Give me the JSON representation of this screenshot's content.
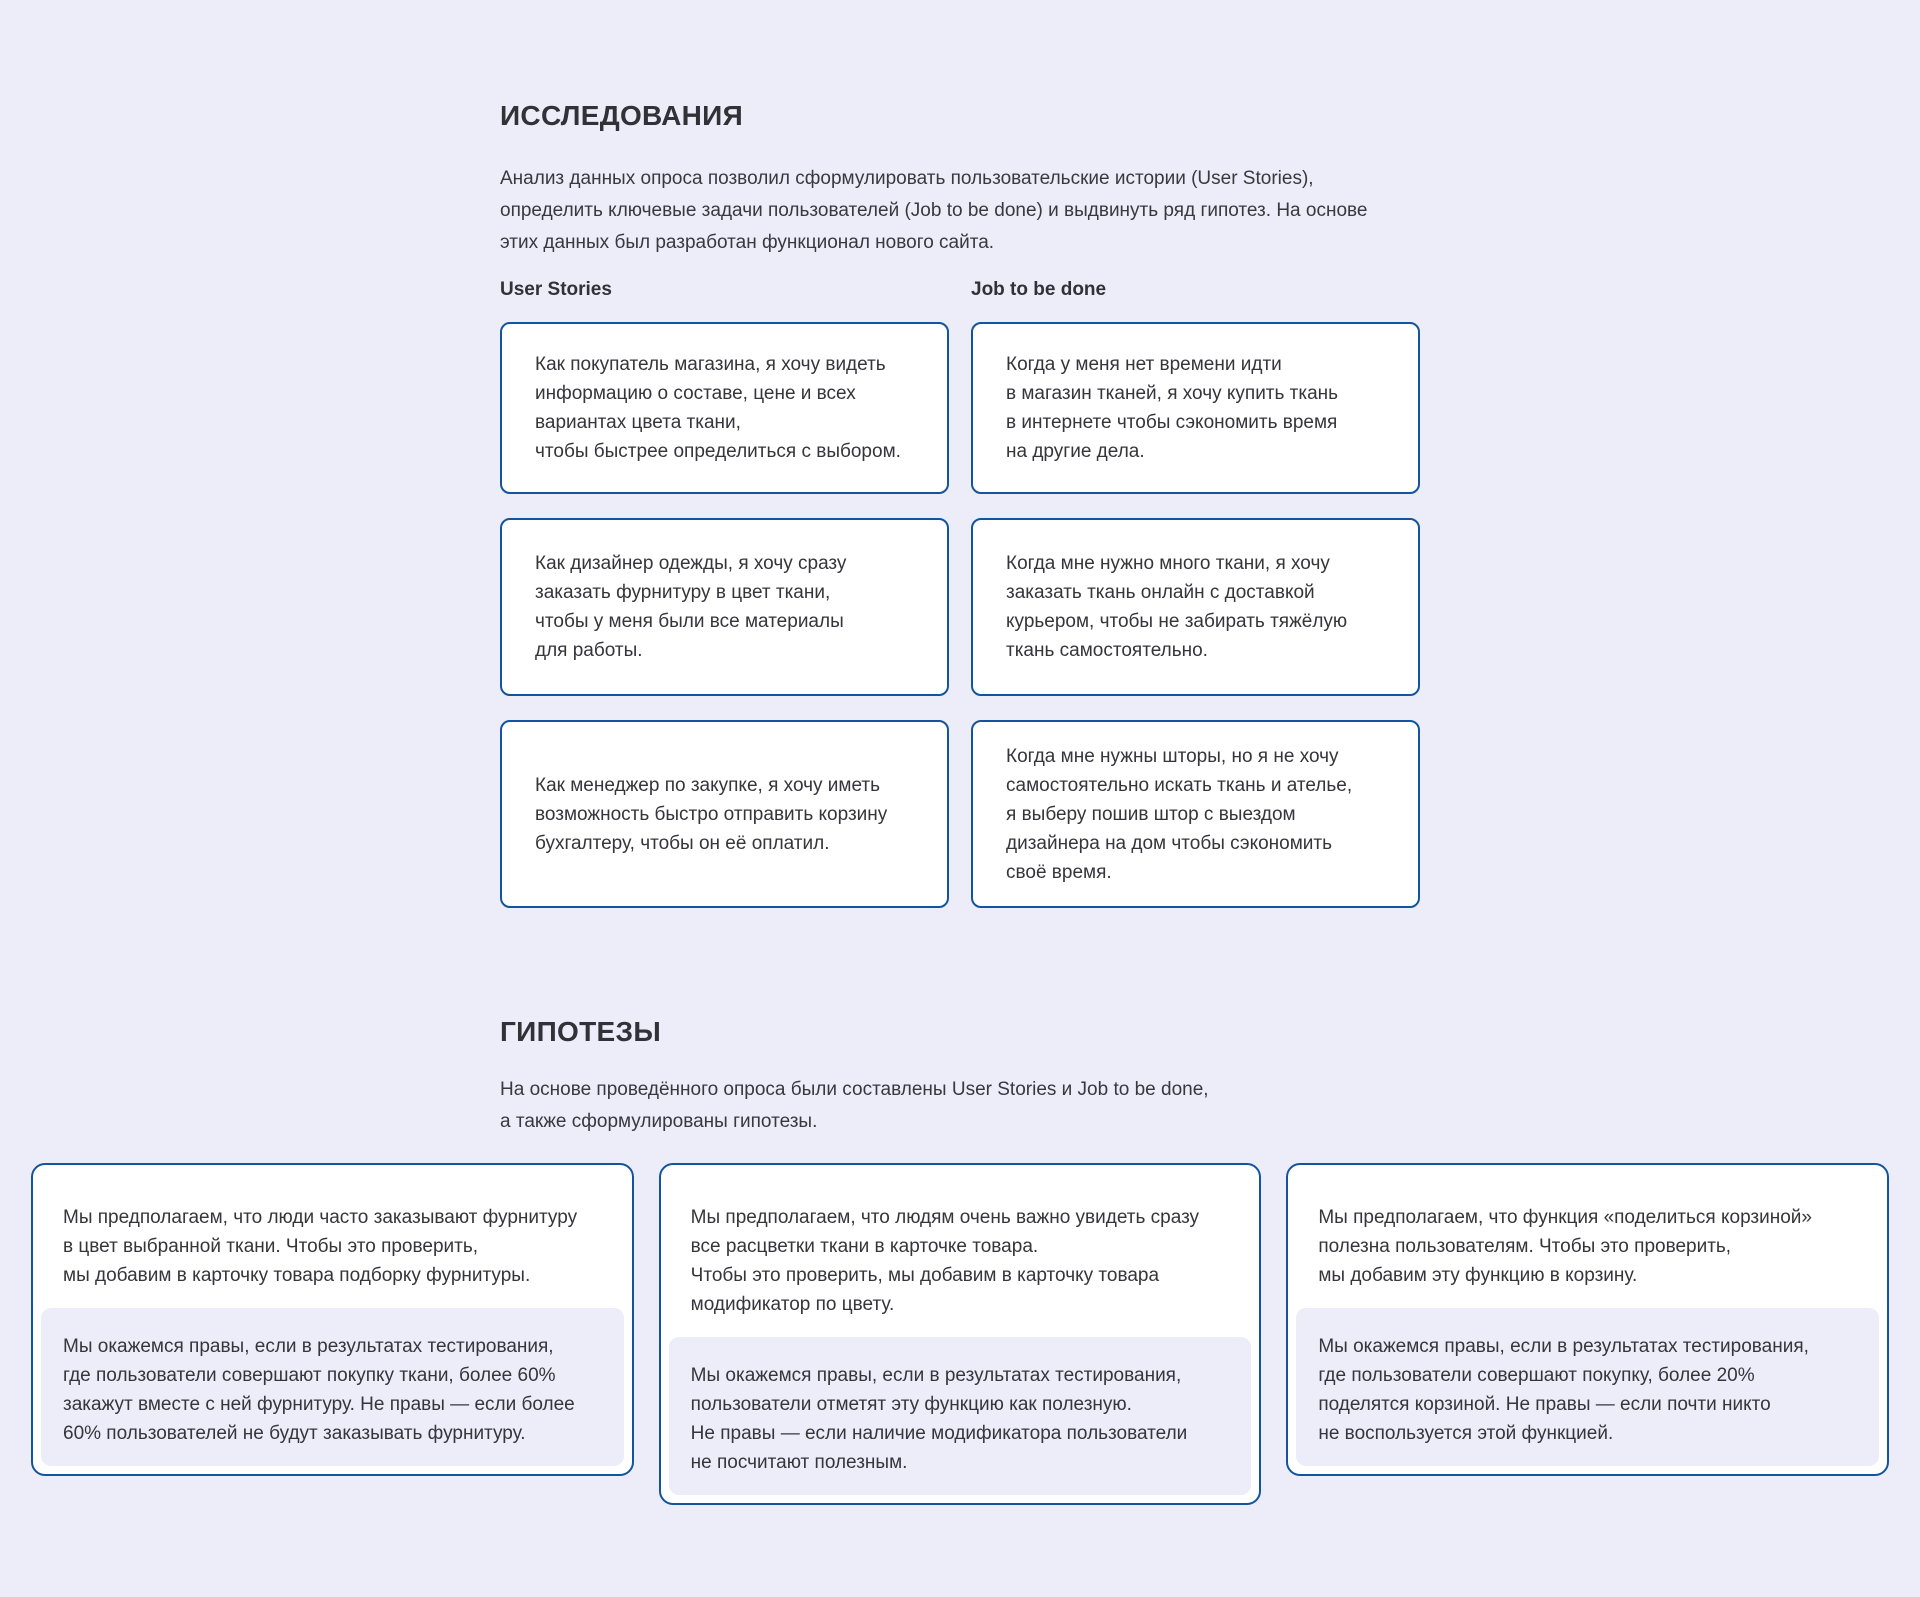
{
  "colors": {
    "page_background": "#ECEDF8",
    "card_background": "#FFFFFF",
    "card_border": "#14549E",
    "validation_background": "#ECEDF8",
    "text": "#35353B"
  },
  "research": {
    "title": "ИССЛЕДОВАНИЯ",
    "description": "Анализ данных опроса позволил сформулировать пользовательские истории (User Stories),\nопределить ключевые задачи пользователей (Job to be done) и выдвинуть ряд гипотез. На основе\nэтих данных был разработан функционал нового сайта.",
    "columns": [
      {
        "header": "User Stories",
        "cards": [
          {
            "text": "Как покупатель магазина, я хочу видеть\nинформацию о составе, цене и всех\nвариантах цвета ткани,\nчтобы быстрее определиться с выбором."
          },
          {
            "text": "Как дизайнер одежды, я хочу сразу\nзаказать фурнитуру в цвет ткани,\nчтобы у меня были все материалы\nдля работы."
          },
          {
            "text": "Как менеджер по закупке, я хочу иметь\nвозможность быстро отправить корзину\nбухгалтеру, чтобы он её оплатил."
          }
        ]
      },
      {
        "header": "Job to be done",
        "cards": [
          {
            "text": "Когда у меня нет времени идти\nв магазин тканей, я хочу купить ткань\nв интернете чтобы сэкономить время\nна другие дела."
          },
          {
            "text": "Когда мне нужно много ткани, я хочу\nзаказать ткань онлайн с доставкой\nкурьером, чтобы не забирать тяжёлую\nткань самостоятельно."
          },
          {
            "text": "Когда мне нужны шторы, но я не хочу\nсамостоятельно искать ткань и ателье,\nя выберу пошив штор с выездом\nдизайнера на дом чтобы сэкономить\nсвоё время."
          }
        ]
      }
    ]
  },
  "hypotheses": {
    "title": "ГИПОТЕЗЫ",
    "description": "На основе проведённого опроса были составлены User Stories и Job to be done,\nа также сформулированы гипотезы.",
    "cards": [
      {
        "assumption": "Мы предполагаем, что люди часто заказывают фурнитуру\nв цвет выбранной ткани. Чтобы это проверить,\nмы добавим в карточку товара подборку фурнитуры.",
        "validation": "Мы окажемся правы, если в результатах тестирования,\nгде пользователи совершают покупку ткани, более 60%\nзакажут вместе с ней фурнитуру. Не правы — если более\n60% пользователей не будут заказывать фурнитуру."
      },
      {
        "assumption": "Мы предполагаем, что людям очень важно увидеть сразу\nвсе расцветки ткани в карточке товара.\nЧтобы это проверить, мы добавим в карточку товара\nмодификатор по цвету.",
        "validation": "Мы окажемся правы, если в результатах тестирования,\nпользователи отметят эту функцию как полезную.\nНе правы — если наличие модификатора пользователи\nне посчитают полезным."
      },
      {
        "assumption": "Мы предполагаем, что функция «поделиться корзиной»\nполезна пользователям. Чтобы это проверить,\nмы добавим эту функцию в корзину.",
        "validation": "Мы окажемся правы, если в результатах тестирования,\nгде пользователи совершают покупку, более 20%\nподелятся корзиной. Не правы — если почти никто\nне воспользуется этой функцией."
      }
    ]
  }
}
